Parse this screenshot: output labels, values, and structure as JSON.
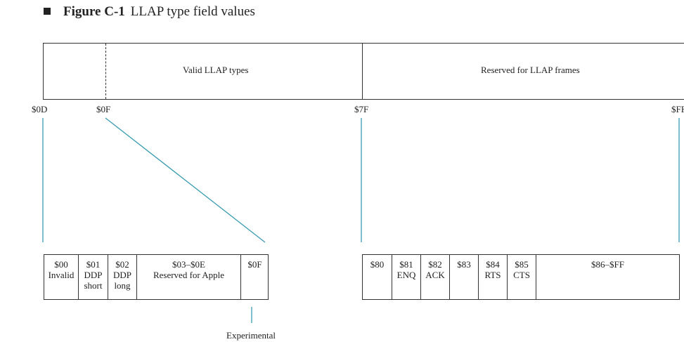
{
  "figure": {
    "label": "Figure C-1",
    "caption": "LLAP type field values"
  },
  "range_bar": {
    "left_label": "Valid LLAP types",
    "right_label": "Reserved for LLAP frames",
    "ticks": [
      "$0D",
      "$0F",
      "$7F",
      "$FF"
    ]
  },
  "line_color": "#3a9bb0",
  "left_detail": [
    {
      "value": "$00",
      "desc": "Invalid"
    },
    {
      "value": "$01",
      "desc": "DDP short"
    },
    {
      "value": "$02",
      "desc": "DDP long"
    },
    {
      "value": "$03–$0E",
      "desc": "Reserved for Apple"
    },
    {
      "value": "$0F",
      "desc": ""
    }
  ],
  "experimental_label": "Experimental",
  "right_detail": [
    {
      "value": "$80",
      "desc": ""
    },
    {
      "value": "$81",
      "desc": "ENQ"
    },
    {
      "value": "$82",
      "desc": "ACK"
    },
    {
      "value": "$83",
      "desc": ""
    },
    {
      "value": "$84",
      "desc": "RTS"
    },
    {
      "value": "$85",
      "desc": "CTS"
    },
    {
      "value": "$86–$FF",
      "desc": ""
    }
  ]
}
